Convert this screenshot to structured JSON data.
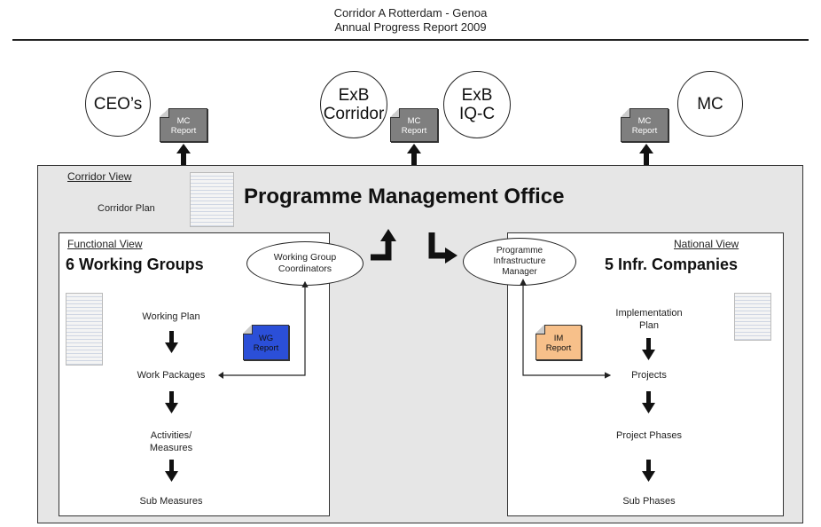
{
  "header": {
    "line1": "Corridor A Rotterdam - Genoa",
    "line2": "Annual Progress Report 2009"
  },
  "top": {
    "ceos": "CEO’s",
    "exb_corridor": "ExB\nCorridor",
    "exb_iqc": "ExB\nIQ-C",
    "mc": "MC",
    "mc_report": "MC\nReport"
  },
  "pmo": {
    "corridor_view": "Corridor View",
    "corridor_plan": "Corridor Plan",
    "title": "Programme Management Office"
  },
  "functional": {
    "view_label": "Functional View",
    "title": "6 Working Groups",
    "coordinators": "Working Group\nCoordinators",
    "report": "WG\nReport",
    "steps": [
      "Working Plan",
      "Work Packages",
      "Activities/\nMeasures",
      "Sub Measures"
    ]
  },
  "national": {
    "view_label": "National View",
    "title": "5 Infr. Companies",
    "manager": "Programme\nInfrastructure\nManager",
    "report": "IM\nReport",
    "steps": [
      "Implementation\nPlan",
      "Projects",
      "Project Phases",
      "Sub Phases"
    ]
  },
  "colors": {
    "wg_report": "#2b4fd8",
    "im_report": "#f7c08a",
    "mc_report": "#7f7f7f",
    "frame": "#e6e6e6"
  }
}
